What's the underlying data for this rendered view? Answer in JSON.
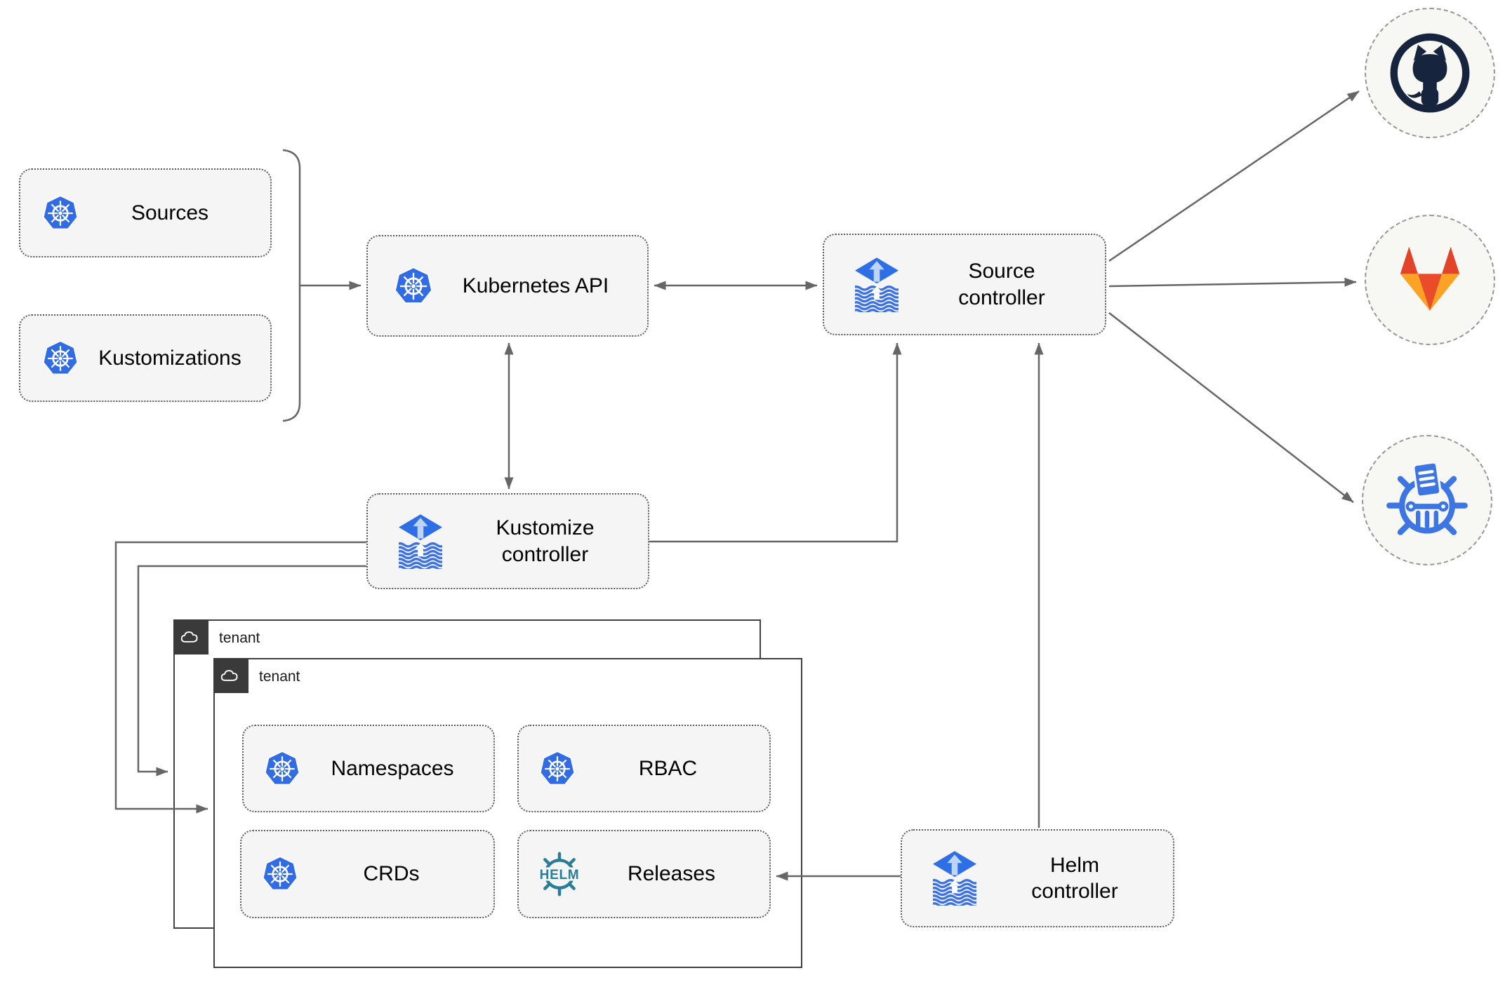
{
  "nodes": {
    "sources": {
      "label": "Sources",
      "icon": "kubernetes-icon"
    },
    "kustomizations": {
      "label": "Kustomizations",
      "icon": "kubernetes-icon"
    },
    "kubernetes_api": {
      "label": "Kubernetes API",
      "icon": "kubernetes-icon"
    },
    "source_controller": {
      "label": "Source controller",
      "icon": "flux-icon"
    },
    "kustomize_controller": {
      "label": "Kustomize controller",
      "icon": "flux-icon"
    },
    "helm_controller": {
      "label": "Helm controller",
      "icon": "flux-icon"
    },
    "tenant_back": {
      "label": "tenant",
      "icon": "cloud-icon"
    },
    "tenant_front": {
      "label": "tenant",
      "icon": "cloud-icon"
    },
    "namespaces": {
      "label": "Namespaces",
      "icon": "kubernetes-icon"
    },
    "rbac": {
      "label": "RBAC",
      "icon": "kubernetes-icon"
    },
    "crds": {
      "label": "CRDs",
      "icon": "kubernetes-icon"
    },
    "releases": {
      "label": "Releases",
      "icon": "helm-icon"
    }
  },
  "endpoints": {
    "github": {
      "icon": "github-icon"
    },
    "gitlab": {
      "icon": "gitlab-icon"
    },
    "chart_repository": {
      "icon": "chartmuseum-icon"
    }
  },
  "helm_logo_text": "HELM",
  "edges": [
    {
      "from": "sources/kustomizations",
      "to": "kubernetes_api",
      "style": "arrow"
    },
    {
      "from": "kubernetes_api",
      "to": "source_controller",
      "style": "double-arrow"
    },
    {
      "from": "kubernetes_api",
      "to": "kustomize_controller",
      "style": "double-arrow"
    },
    {
      "from": "kustomize_controller",
      "to": "source_controller",
      "style": "arrow"
    },
    {
      "from": "kustomize_controller",
      "to": "tenant_front",
      "style": "arrow"
    },
    {
      "from": "kustomize_controller",
      "to": "tenant_back",
      "style": "arrow"
    },
    {
      "from": "helm_controller",
      "to": "source_controller",
      "style": "arrow"
    },
    {
      "from": "helm_controller",
      "to": "releases",
      "style": "arrow"
    },
    {
      "from": "source_controller",
      "to": "github",
      "style": "arrow"
    },
    {
      "from": "source_controller",
      "to": "gitlab",
      "style": "arrow"
    },
    {
      "from": "source_controller",
      "to": "chart_repository",
      "style": "arrow"
    }
  ],
  "colors": {
    "kubernetes_blue": "#326CE5",
    "flux_blue": "#2F6FE5",
    "flux_arrow_light": "#BFD5F8",
    "helm_teal": "#2A7D96",
    "github_dark": "#16243D",
    "gitlab_red": "#E24329",
    "gitlab_orange": "#EA4B28",
    "gitlab_yellow": "#FCA326",
    "chartmuseum_blue": "#3D76E3",
    "line_gray": "#666666",
    "node_fill": "#F5F5F5",
    "node_border": "#5B5B5B",
    "tenant_border": "#404040",
    "tenant_badge": "#3A3A3A",
    "endpoint_fill": "#F7F7F4",
    "endpoint_border": "#979797"
  }
}
